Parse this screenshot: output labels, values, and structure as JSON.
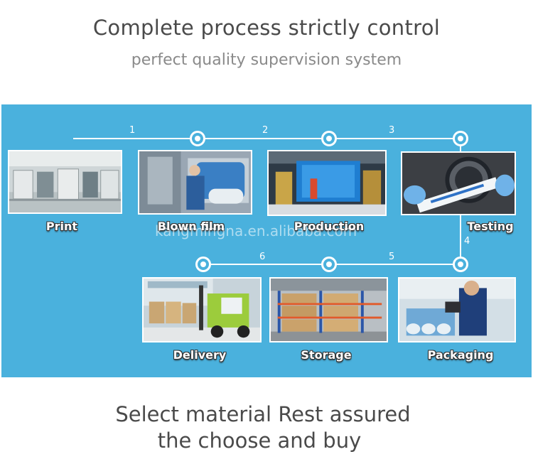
{
  "header": {
    "title": "Complete process strictly control",
    "subtitle": "perfect quality supervision system"
  },
  "process": {
    "steps": [
      {
        "number": "1",
        "label": "Print"
      },
      {
        "number": "2",
        "label": "Blown film"
      },
      {
        "number": "3",
        "label": "Production"
      },
      {
        "number": "4",
        "label": "Testing"
      },
      {
        "number": "5",
        "label": "Packaging"
      },
      {
        "number": "6",
        "label": "Storage"
      },
      {
        "label": "Delivery"
      }
    ],
    "watermark": "kangmingna.en.alibaba.com"
  },
  "footer": {
    "line1": "Select material Rest assured",
    "line2": "the choose and buy"
  },
  "colors": {
    "panel": "#4ab1dd",
    "title_text": "#4a4a4a",
    "subtitle_text": "#8a8a8a"
  }
}
